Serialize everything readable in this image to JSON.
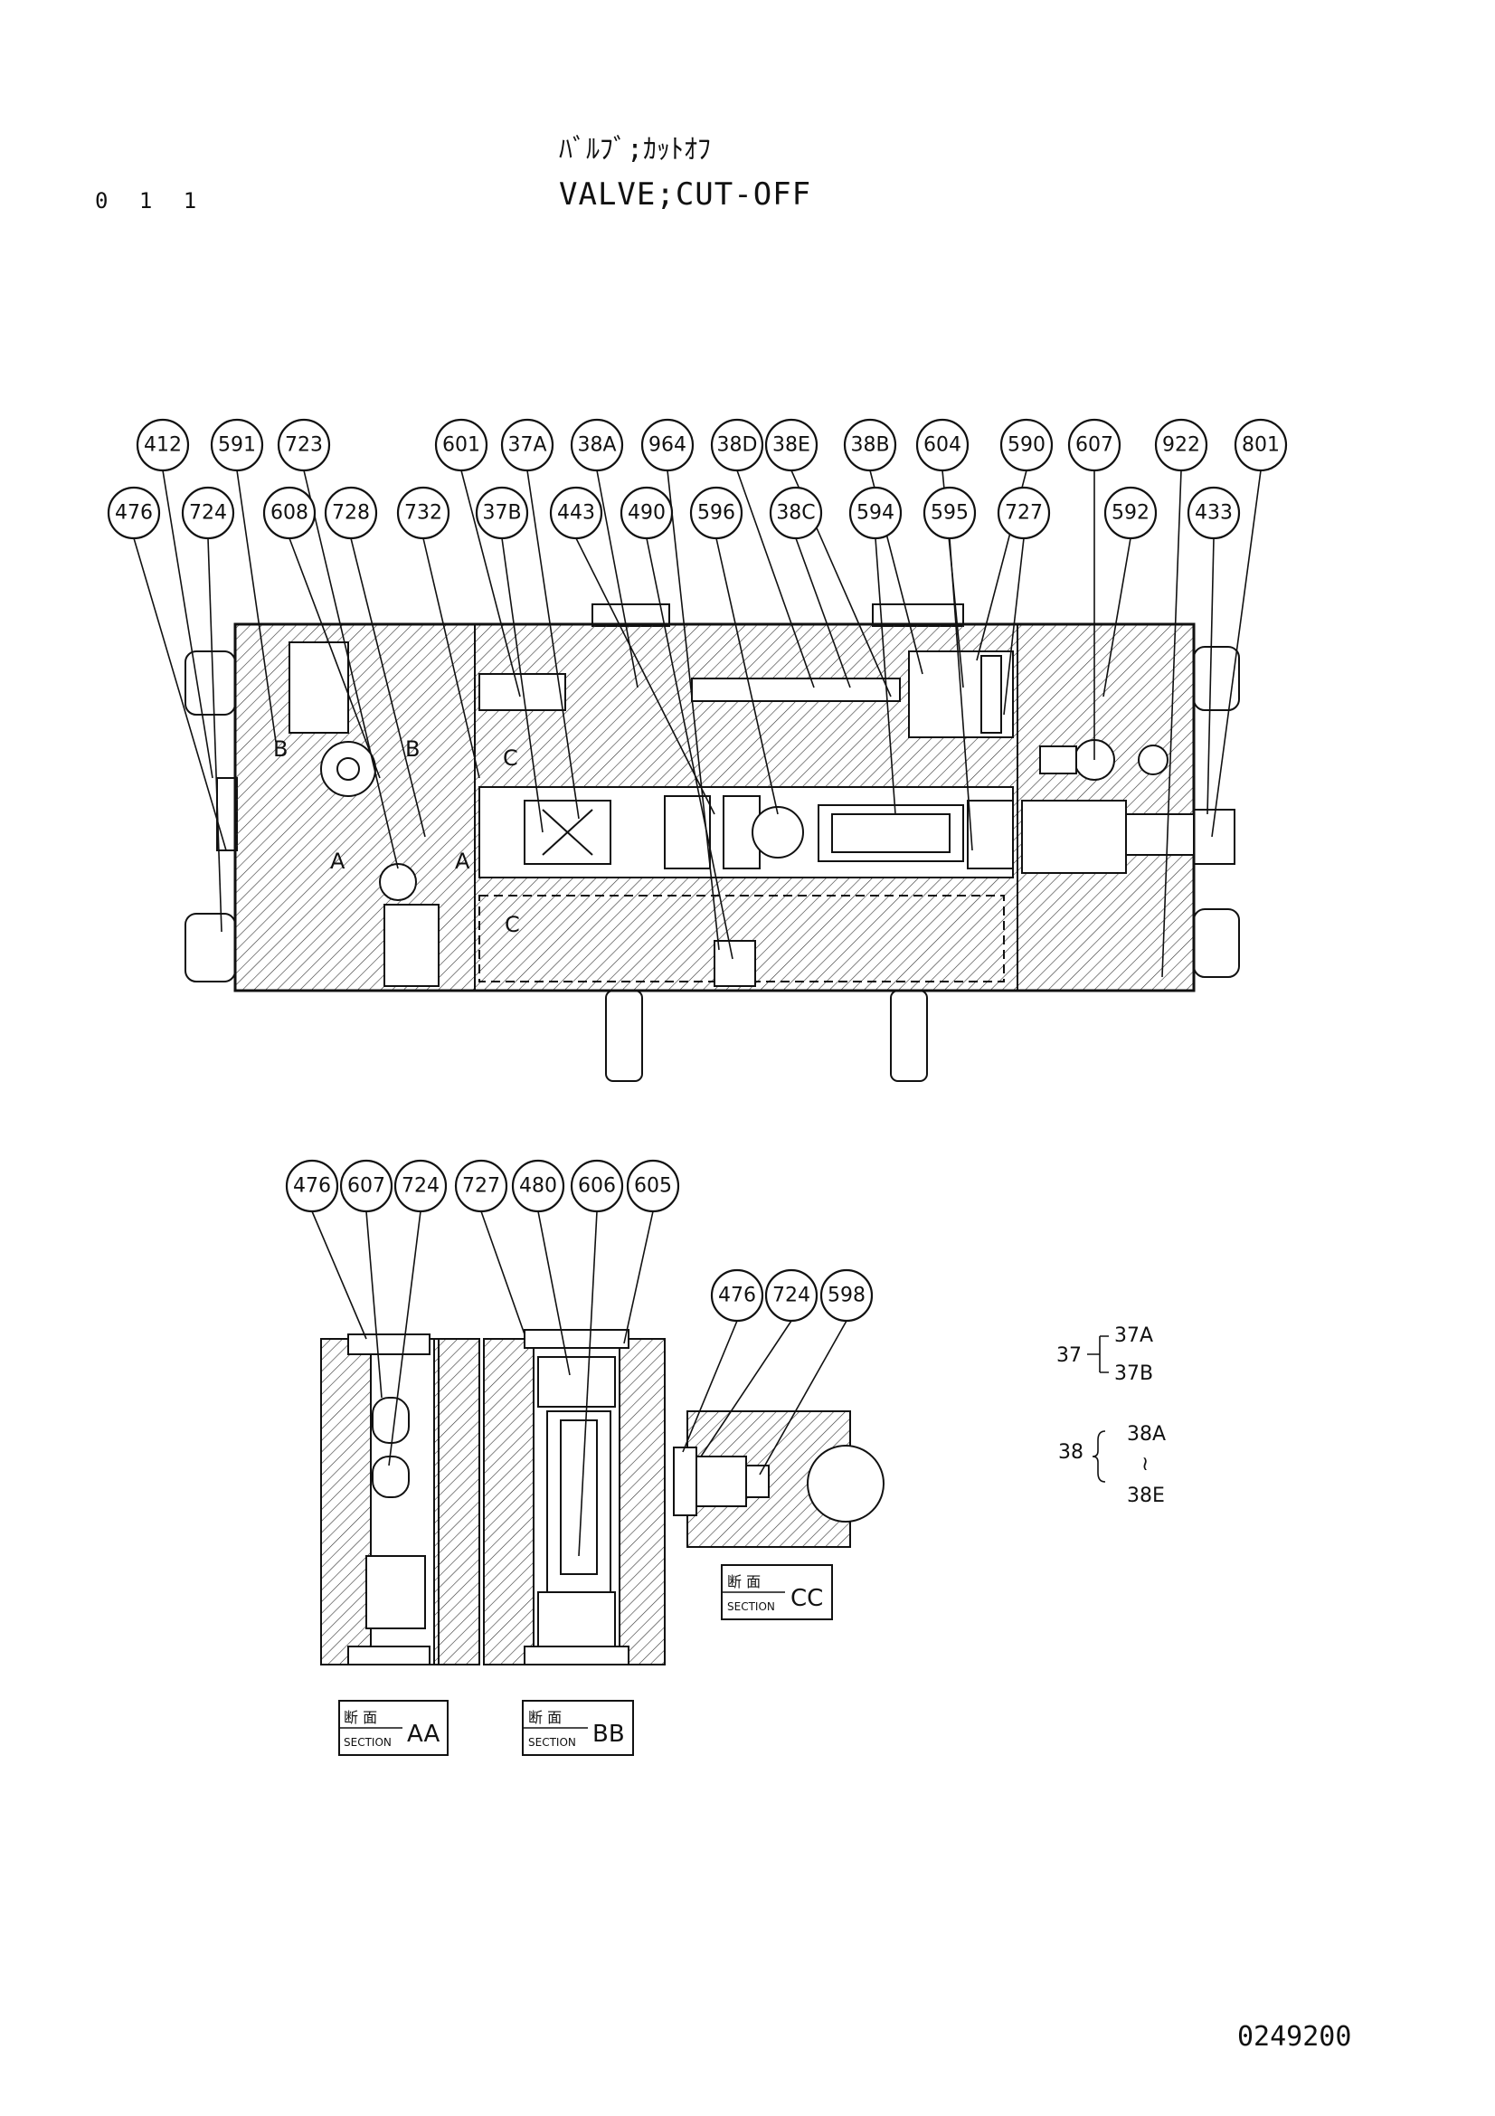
{
  "header": {
    "page_number": "0 1 1",
    "title_jp": "ﾊﾞﾙﾌﾞ;ｶｯﾄｵﾌ",
    "title_en": "VALVE;CUT-OFF"
  },
  "main_view": {
    "callouts_top_row": [
      "412",
      "591",
      "723",
      "601",
      "37A",
      "38A",
      "964",
      "38D",
      "38E",
      "38B",
      "604",
      "590",
      "607",
      "922",
      "801"
    ],
    "callouts_second_row": [
      "476",
      "724",
      "608",
      "728",
      "732",
      "37B",
      "443",
      "490",
      "596",
      "38C",
      "594",
      "595",
      "727",
      "592",
      "433"
    ],
    "port_labels": [
      "B",
      "B",
      "A",
      "A",
      "C",
      "C"
    ]
  },
  "section_aa": {
    "callouts": [
      "476",
      "607",
      "724"
    ],
    "label_jp": "断 面",
    "label_en": "SECTION",
    "label_code": "AA"
  },
  "section_bb": {
    "callouts": [
      "727",
      "480",
      "606",
      "605"
    ],
    "label_jp": "断 面",
    "label_en": "SECTION",
    "label_code": "BB"
  },
  "section_cc": {
    "callouts": [
      "476",
      "724",
      "598"
    ],
    "label_jp": "断 面",
    "label_en": "SECTION",
    "label_code": "CC"
  },
  "groups": {
    "group_37": {
      "parent": "37",
      "children": [
        "37A",
        "37B"
      ]
    },
    "group_38": {
      "parent": "38",
      "from": "38A",
      "range_mark": "≀",
      "to": "38E"
    }
  },
  "footer": {
    "drawing_number": "0249200"
  }
}
